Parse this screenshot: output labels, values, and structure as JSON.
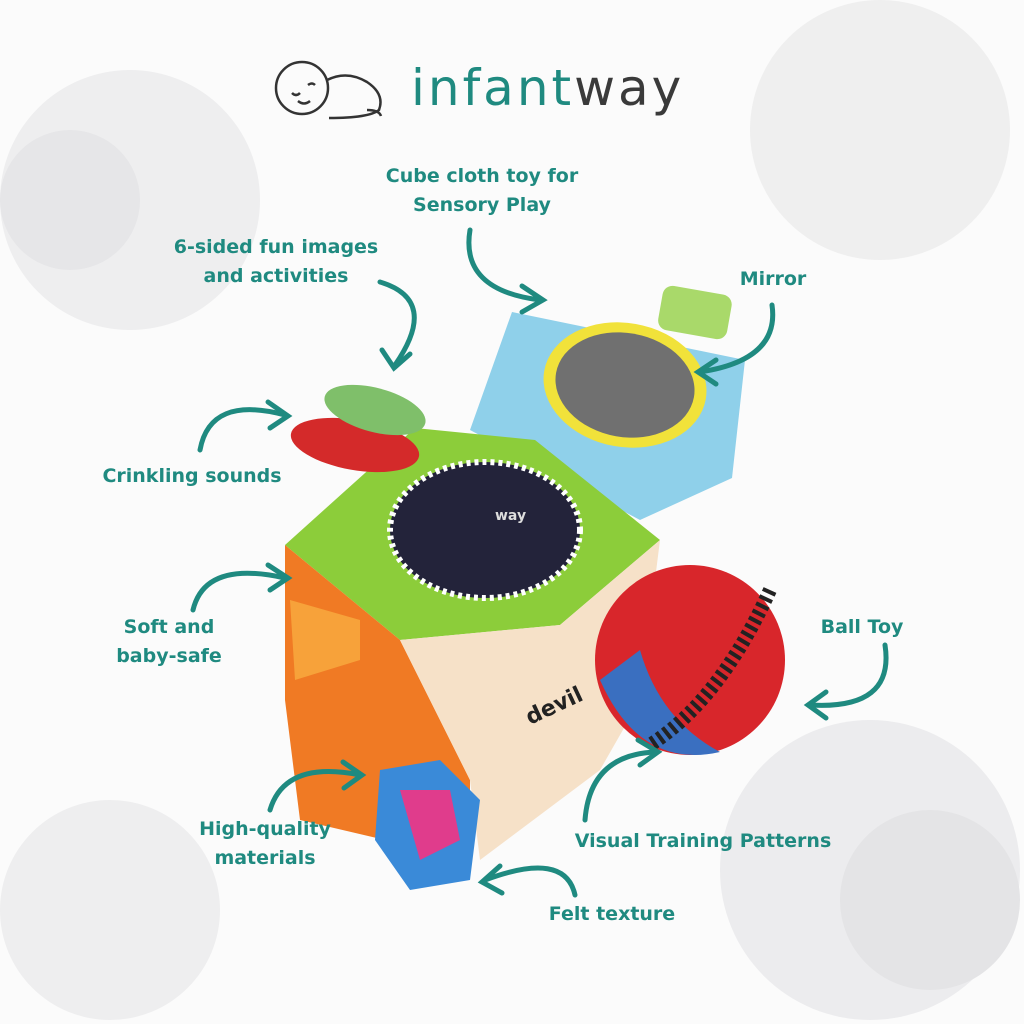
{
  "brand": {
    "part1": "infant",
    "part2": "way",
    "logo_icon": "sleeping-baby-icon"
  },
  "labels": {
    "cube": [
      "Cube cloth toy for",
      "Sensory Play"
    ],
    "sided": [
      "6-sided fun images",
      "and activities"
    ],
    "mirror": "Mirror",
    "crinkling": "Crinkling sounds",
    "soft": [
      "Soft and",
      "baby-safe"
    ],
    "ball": "Ball Toy",
    "quality": [
      "High-quality",
      "materials"
    ],
    "visual": "Visual Training Patterns",
    "felt": "Felt texture"
  },
  "product_print": {
    "face_word": "devil",
    "inner_word": "way"
  },
  "colors": {
    "accent": "#1f8a80",
    "brand_dark": "#3a3a3a"
  }
}
